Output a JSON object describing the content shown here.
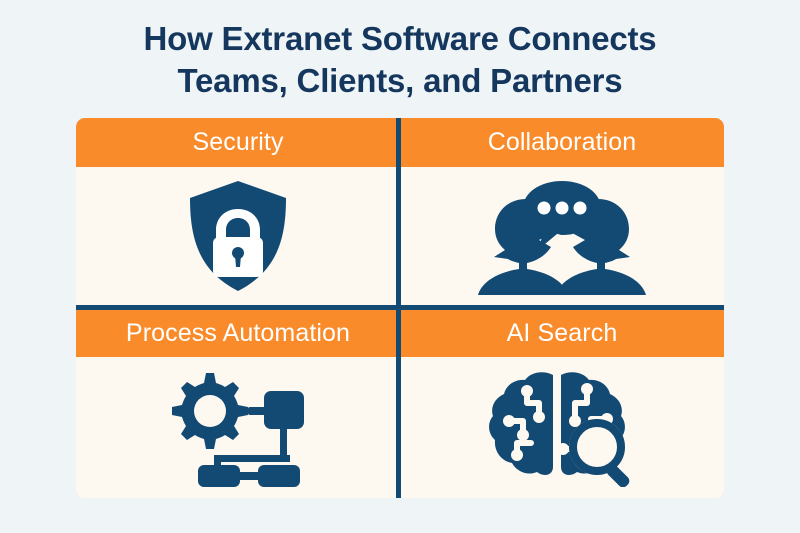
{
  "title": {
    "line1": "How Extranet Software Connects",
    "line2": "Teams, Clients, and Partners"
  },
  "colors": {
    "page_background": "#EFF4F7",
    "card_background": "#FDF8F0",
    "header_orange": "#F98B2B",
    "navy": "#134A74",
    "title_navy": "#15375E",
    "icon_white": "#FFFFFF"
  },
  "quadrants": [
    {
      "label": "Security",
      "icon": "shield-lock-icon"
    },
    {
      "label": "Collaboration",
      "icon": "two-people-speech-bubble-icon"
    },
    {
      "label": "Process Automation",
      "icon": "gear-workflow-icon"
    },
    {
      "label": "AI Search",
      "icon": "brain-magnifier-icon"
    }
  ]
}
